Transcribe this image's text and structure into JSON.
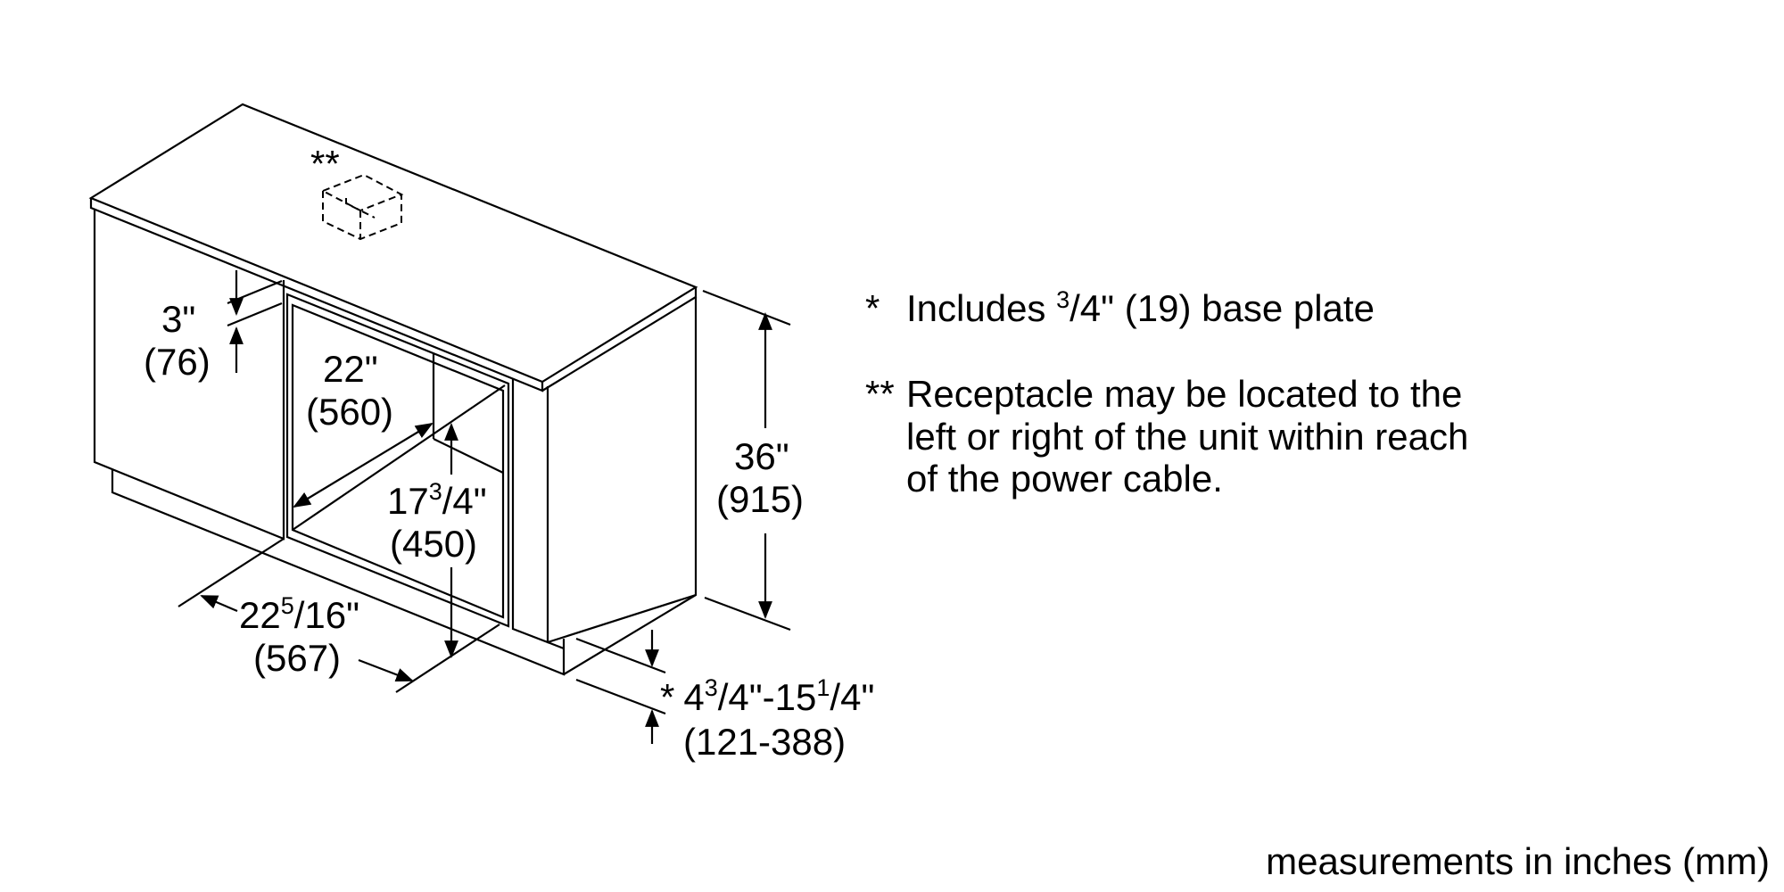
{
  "diagram": {
    "receptacle_marker": "**",
    "dimensions": {
      "top_gap": {
        "in": "3\"",
        "mm": "(76)"
      },
      "depth_inner": {
        "in": "22\"",
        "mm": "(560)"
      },
      "height_inner": {
        "whole": "17",
        "frac_num": "3",
        "frac_rest": "/4\"",
        "mm": "(450)"
      },
      "depth_outer": {
        "whole": "22",
        "frac_num": "5",
        "frac_rest": "/16\"",
        "mm": "(567)"
      },
      "total_height": {
        "in": "36\"",
        "mm": "(915)"
      },
      "base_height": {
        "marker": "*",
        "w1": "4",
        "n1": "3",
        "r1": "/4\"-15",
        "n2": "1",
        "r2": "/4\"",
        "mm": "(121-388)"
      }
    }
  },
  "notes": {
    "note1": {
      "marker": "*",
      "pre": "Includes ",
      "frac_num": "3",
      "post": "/4\" (19) base plate"
    },
    "note2": {
      "marker": "**",
      "lines": [
        "Receptacle may be located to the",
        "left or right of the unit within reach",
        "of the power cable."
      ]
    }
  },
  "footer": "measurements in inches (mm)"
}
